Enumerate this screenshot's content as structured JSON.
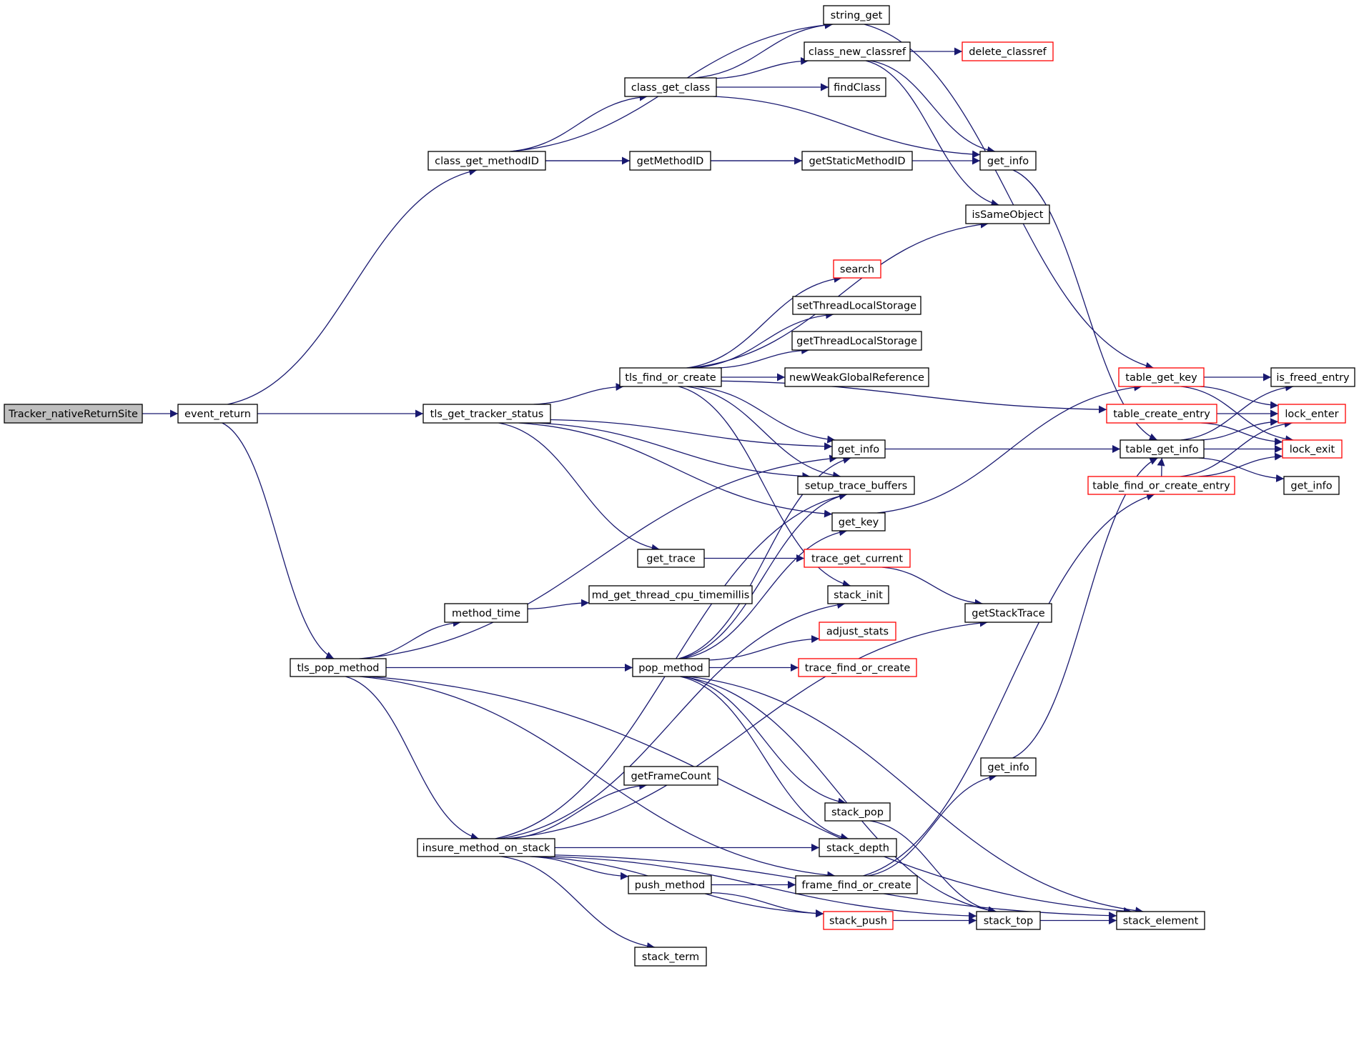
{
  "graph": {
    "type": "call-graph",
    "colors": {
      "edge": "#191970",
      "node_border": "#000000",
      "node_border_undocumented": "#ff0000",
      "root_fill": "#bfbfbf",
      "node_fill": "#ffffff"
    },
    "nodes": [
      {
        "id": "n0",
        "label": "Tracker_nativeReturnSite",
        "style": "root"
      },
      {
        "id": "n1",
        "label": "event_return",
        "style": "normal"
      },
      {
        "id": "n2",
        "label": "class_get_methodID",
        "style": "normal"
      },
      {
        "id": "n3",
        "label": "class_get_class",
        "style": "normal"
      },
      {
        "id": "n4",
        "label": "string_get",
        "style": "normal"
      },
      {
        "id": "n5",
        "label": "class_new_classref",
        "style": "normal"
      },
      {
        "id": "n6",
        "label": "delete_classref",
        "style": "red"
      },
      {
        "id": "n7",
        "label": "findClass",
        "style": "normal"
      },
      {
        "id": "n8",
        "label": "getMethodID",
        "style": "normal"
      },
      {
        "id": "n9",
        "label": "getStaticMethodID",
        "style": "normal"
      },
      {
        "id": "n10",
        "label": "get_info",
        "style": "normal"
      },
      {
        "id": "n11",
        "label": "isSameObject",
        "style": "normal"
      },
      {
        "id": "n12",
        "label": "search",
        "style": "red"
      },
      {
        "id": "n13",
        "label": "setThreadLocalStorage",
        "style": "normal"
      },
      {
        "id": "n14",
        "label": "getThreadLocalStorage",
        "style": "normal"
      },
      {
        "id": "n15",
        "label": "newWeakGlobalReference",
        "style": "normal"
      },
      {
        "id": "n16",
        "label": "tls_find_or_create",
        "style": "normal"
      },
      {
        "id": "n17",
        "label": "tls_get_tracker_status",
        "style": "normal"
      },
      {
        "id": "n18",
        "label": "get_info",
        "style": "normal"
      },
      {
        "id": "n19",
        "label": "setup_trace_buffers",
        "style": "normal"
      },
      {
        "id": "n20",
        "label": "get_key",
        "style": "normal"
      },
      {
        "id": "n21",
        "label": "get_trace",
        "style": "normal"
      },
      {
        "id": "n22",
        "label": "trace_get_current",
        "style": "red"
      },
      {
        "id": "n23",
        "label": "stack_init",
        "style": "normal"
      },
      {
        "id": "n24",
        "label": "getStackTrace",
        "style": "normal"
      },
      {
        "id": "n25",
        "label": "md_get_thread_cpu_timemillis",
        "style": "normal"
      },
      {
        "id": "n26",
        "label": "method_time",
        "style": "normal"
      },
      {
        "id": "n27",
        "label": "adjust_stats",
        "style": "red"
      },
      {
        "id": "n28",
        "label": "tls_pop_method",
        "style": "normal"
      },
      {
        "id": "n29",
        "label": "pop_method",
        "style": "normal"
      },
      {
        "id": "n30",
        "label": "trace_find_or_create",
        "style": "red"
      },
      {
        "id": "n31",
        "label": "getFrameCount",
        "style": "normal"
      },
      {
        "id": "n32",
        "label": "get_info",
        "style": "normal"
      },
      {
        "id": "n33",
        "label": "stack_pop",
        "style": "normal"
      },
      {
        "id": "n34",
        "label": "insure_method_on_stack",
        "style": "normal"
      },
      {
        "id": "n35",
        "label": "stack_depth",
        "style": "normal"
      },
      {
        "id": "n36",
        "label": "push_method",
        "style": "normal"
      },
      {
        "id": "n37",
        "label": "frame_find_or_create",
        "style": "normal"
      },
      {
        "id": "n38",
        "label": "stack_push",
        "style": "red"
      },
      {
        "id": "n39",
        "label": "stack_top",
        "style": "normal"
      },
      {
        "id": "n40",
        "label": "stack_element",
        "style": "normal"
      },
      {
        "id": "n41",
        "label": "stack_term",
        "style": "normal"
      },
      {
        "id": "n42",
        "label": "table_get_key",
        "style": "red"
      },
      {
        "id": "n43",
        "label": "is_freed_entry",
        "style": "normal"
      },
      {
        "id": "n44",
        "label": "table_create_entry",
        "style": "red"
      },
      {
        "id": "n45",
        "label": "lock_enter",
        "style": "red"
      },
      {
        "id": "n46",
        "label": "table_get_info",
        "style": "normal"
      },
      {
        "id": "n47",
        "label": "lock_exit",
        "style": "red"
      },
      {
        "id": "n48",
        "label": "table_find_or_create_entry",
        "style": "red"
      },
      {
        "id": "n49",
        "label": "get_info",
        "style": "normal"
      }
    ],
    "edges": [
      [
        "n0",
        "n1"
      ],
      [
        "n1",
        "n2"
      ],
      [
        "n1",
        "n17"
      ],
      [
        "n1",
        "n28"
      ],
      [
        "n2",
        "n4"
      ],
      [
        "n2",
        "n3"
      ],
      [
        "n2",
        "n8"
      ],
      [
        "n2",
        "n10"
      ],
      [
        "n3",
        "n4"
      ],
      [
        "n3",
        "n5"
      ],
      [
        "n3",
        "n7"
      ],
      [
        "n3",
        "n10"
      ],
      [
        "n5",
        "n6"
      ],
      [
        "n5",
        "n10"
      ],
      [
        "n5",
        "n11"
      ],
      [
        "n8",
        "n9"
      ],
      [
        "n4",
        "n42"
      ],
      [
        "n10",
        "n46"
      ],
      [
        "n17",
        "n16"
      ],
      [
        "n17",
        "n18"
      ],
      [
        "n17",
        "n19"
      ],
      [
        "n17",
        "n20"
      ],
      [
        "n17",
        "n21"
      ],
      [
        "n16",
        "n11"
      ],
      [
        "n16",
        "n12"
      ],
      [
        "n16",
        "n13"
      ],
      [
        "n16",
        "n14"
      ],
      [
        "n16",
        "n15"
      ],
      [
        "n16",
        "n44"
      ],
      [
        "n16",
        "n18"
      ],
      [
        "n16",
        "n19"
      ],
      [
        "n16",
        "n23"
      ],
      [
        "n18",
        "n46"
      ],
      [
        "n20",
        "n42"
      ],
      [
        "n21",
        "n22"
      ],
      [
        "n22",
        "n24"
      ],
      [
        "n26",
        "n25"
      ],
      [
        "n28",
        "n18"
      ],
      [
        "n28",
        "n26"
      ],
      [
        "n28",
        "n29"
      ],
      [
        "n28",
        "n34"
      ],
      [
        "n28",
        "n37"
      ],
      [
        "n28",
        "n40"
      ],
      [
        "n29",
        "n19"
      ],
      [
        "n29",
        "n18"
      ],
      [
        "n29",
        "n20"
      ],
      [
        "n29",
        "n27"
      ],
      [
        "n29",
        "n30"
      ],
      [
        "n29",
        "n33"
      ],
      [
        "n29",
        "n35"
      ],
      [
        "n29",
        "n39"
      ],
      [
        "n29",
        "n40"
      ],
      [
        "n34",
        "n19"
      ],
      [
        "n34",
        "n24"
      ],
      [
        "n34",
        "n31"
      ],
      [
        "n34",
        "n23"
      ],
      [
        "n34",
        "n35"
      ],
      [
        "n34",
        "n36"
      ],
      [
        "n34",
        "n38"
      ],
      [
        "n34",
        "n41"
      ],
      [
        "n34",
        "n39"
      ],
      [
        "n34",
        "n40"
      ],
      [
        "n36",
        "n37"
      ],
      [
        "n36",
        "n38"
      ],
      [
        "n37",
        "n32"
      ],
      [
        "n37",
        "n48"
      ],
      [
        "n32",
        "n46"
      ],
      [
        "n33",
        "n39"
      ],
      [
        "n38",
        "n39"
      ],
      [
        "n39",
        "n40"
      ],
      [
        "n42",
        "n43"
      ],
      [
        "n42",
        "n45"
      ],
      [
        "n42",
        "n47"
      ],
      [
        "n44",
        "n45"
      ],
      [
        "n44",
        "n47"
      ],
      [
        "n46",
        "n43"
      ],
      [
        "n46",
        "n45"
      ],
      [
        "n46",
        "n47"
      ],
      [
        "n46",
        "n49"
      ],
      [
        "n48",
        "n45"
      ],
      [
        "n48",
        "n47"
      ],
      [
        "n48",
        "n46"
      ]
    ]
  }
}
